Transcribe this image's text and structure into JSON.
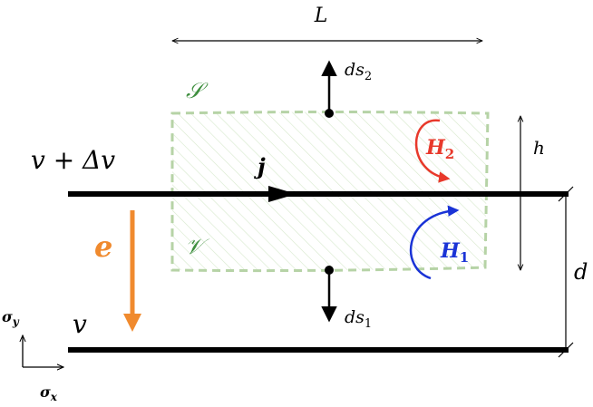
{
  "labels": {
    "L": "L",
    "ds2": "ds",
    "ds2_sub": "2",
    "S": "𝒮",
    "V": "𝒱",
    "h": "h",
    "d": "d",
    "v_plus_dv": "v + Δv",
    "j": "j",
    "H2": "H",
    "H2_sub": "2",
    "H1": "H",
    "H1_sub": "1",
    "e": "e",
    "v": "v",
    "ds1": "ds",
    "ds1_sub": "1",
    "sigma_y": "σ",
    "sigma_y_sub": "y",
    "sigma_x": "σ",
    "sigma_x_sub": "x"
  },
  "colors": {
    "wire": "#000000",
    "region_border": "#b6d3a6",
    "region_hatch": "#cfe3c4",
    "region_label": "#3f8f3f",
    "H2": "#e8392b",
    "H1": "#1a33d6",
    "e": "#f08a2e"
  }
}
